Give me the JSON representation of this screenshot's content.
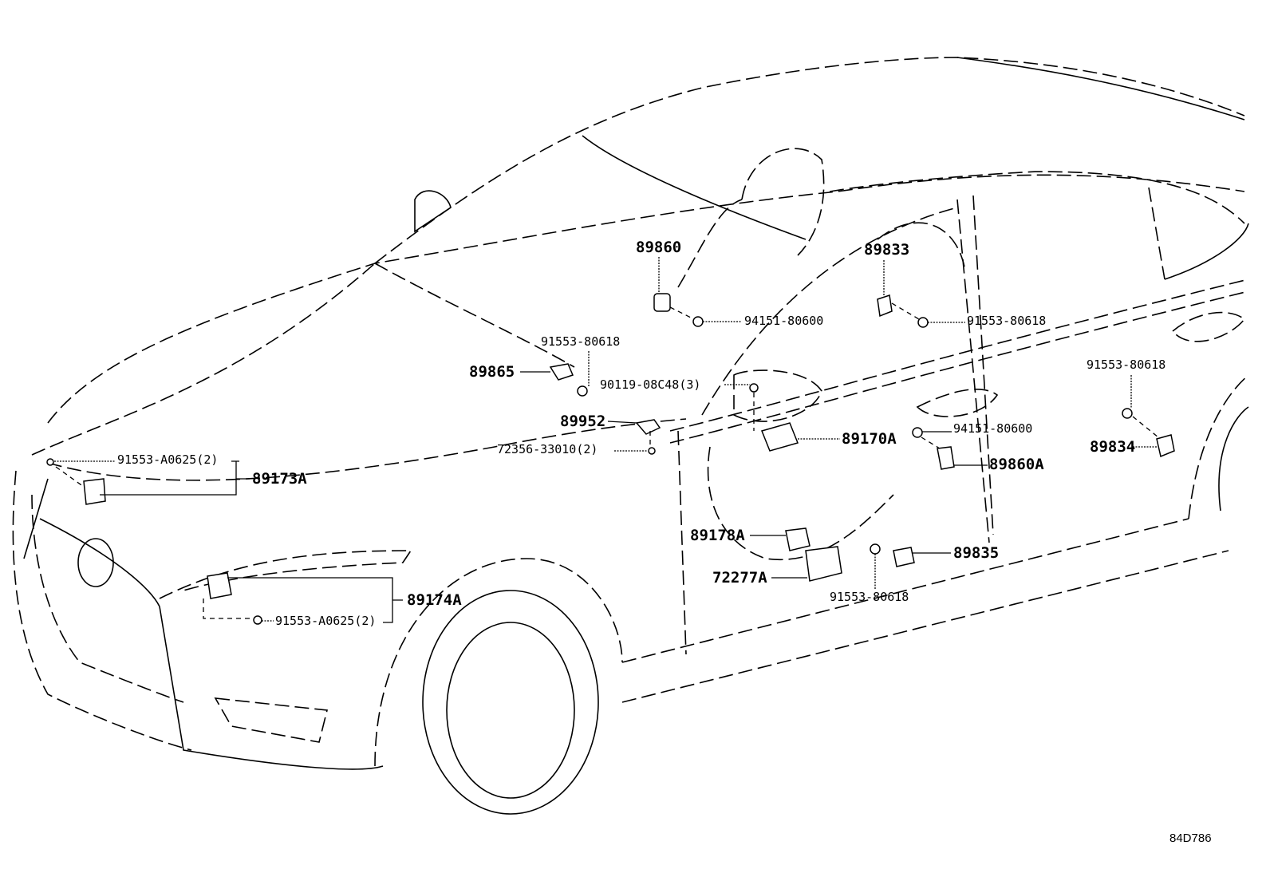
{
  "diagram": {
    "code": "84D786",
    "labels": {
      "p89860": "89860",
      "p94151_a": "94151-80600",
      "p91553_a": "91553-80618",
      "p89865": "89865",
      "p90119": "90119-08C48(3)",
      "p89952": "89952",
      "p72356": "72356-33010(2)",
      "p89170A": "89170A",
      "p89833": "89833",
      "p91553_b": "91553-80618",
      "p94151_b": "94151-80600",
      "p89860A": "89860A",
      "p91553_c": "91553-80618",
      "p89834": "89834",
      "p91553A_a": "91553-A0625(2)",
      "p89173A": "89173A",
      "p89178A": "89178A",
      "p72277A": "72277A",
      "p89835": "89835",
      "p91553_d": "91553-80618",
      "p89174A": "89174A",
      "p91553A_b": "91553-A0625(2)"
    }
  }
}
